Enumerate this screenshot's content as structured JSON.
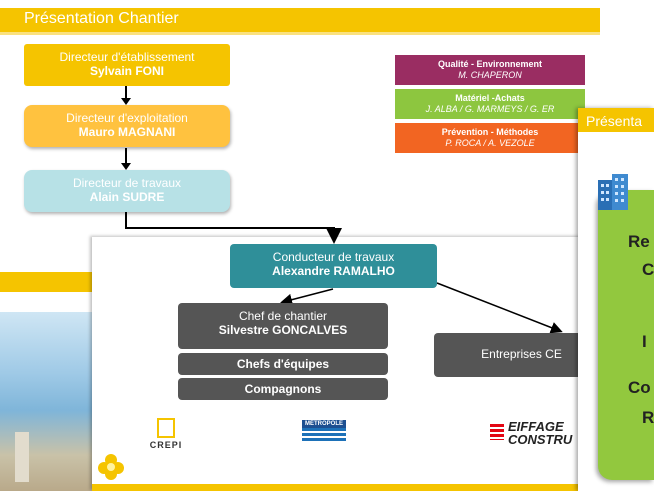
{
  "main_slide": {
    "title": "Présentation Chantier",
    "org": {
      "directeur_etablissement": {
        "role": "Directeur d'établissement",
        "name": "Sylvain FONI"
      },
      "directeur_exploitation": {
        "role": "Directeur d'exploitation",
        "name": "Mauro MAGNANI"
      },
      "directeur_travaux": {
        "role": "Directeur de travaux",
        "name": "Alain SUDRE"
      }
    },
    "legend": [
      {
        "title": "Qualité - Environnement",
        "names": "M. CHAPERON",
        "color": "#9a2d62"
      },
      {
        "title": "Matériel -Achats",
        "names": "J. ALBA / G. MARMEYS / G. ER",
        "color": "#8dc63f"
      },
      {
        "title": "Prévention - Méthodes",
        "names": "P. ROCA / A. VEZOLE",
        "color": "#f26522"
      }
    ]
  },
  "lower_slide": {
    "conducteur": {
      "role": "Conducteur de travaux",
      "name": "Alexandre RAMALHO"
    },
    "chef": {
      "role": "Chef de chantier",
      "name": "Silvestre GONCALVES"
    },
    "equipes": "Chefs d'équipes",
    "compagnons": "Compagnons",
    "entreprises": "Entreprises CE",
    "logos": {
      "crepi": "CREPI",
      "metropole": "MÉTROPOLE",
      "eiffage_line1": "EIFFAGE",
      "eiffage_line2": "CONSTRU"
    }
  },
  "right_slide": {
    "title": "Présenta",
    "panel_fragments": [
      "Re",
      "C",
      "I",
      "Co",
      "R"
    ]
  },
  "colors": {
    "accent": "#f5c400",
    "teal": "#2f8f99",
    "gray_box": "#555555",
    "green_panel": "#92c83e"
  }
}
